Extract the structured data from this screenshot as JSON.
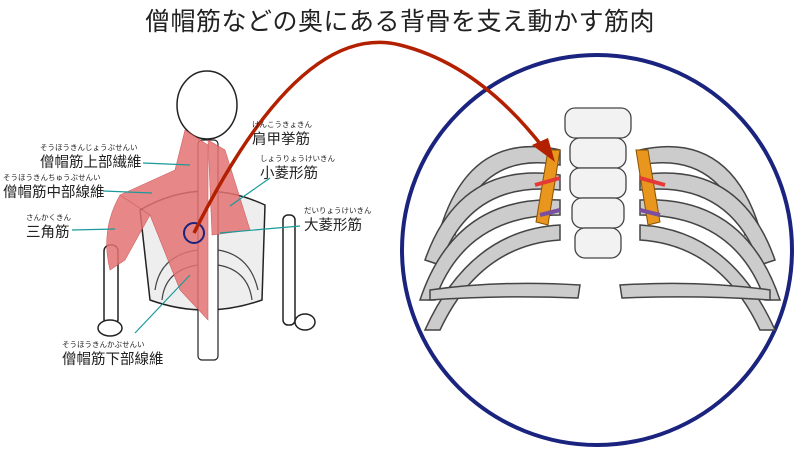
{
  "title": "僧帽筋などの奥にある背骨を支え動かす筋肉",
  "labels": {
    "upper_trap": {
      "ruby": "そうほうきんじょうぶせんい",
      "text": "僧帽筋上部繊維"
    },
    "middle_trap": {
      "ruby": "そうほうきんちゅうぶせんい",
      "text": "僧帽筋中部線維"
    },
    "deltoid": {
      "ruby": "さんかくきん",
      "text": "三角筋"
    },
    "lower_trap": {
      "ruby": "そうほうきんかぶせんい",
      "text": "僧帽筋下部線維"
    },
    "levator": {
      "ruby": "けんこうきょきん",
      "text": "肩甲挙筋"
    },
    "rhomboid_minor": {
      "ruby": "しょうりょうけいきん",
      "text": "小菱形筋"
    },
    "rhomboid_major": {
      "ruby": "だいりょうけいきん",
      "text": "大菱形筋"
    }
  },
  "colors": {
    "muscle": "#e57373",
    "leader": "#1a9a9a",
    "arrow": "#b22000",
    "circle": "#1a237e",
    "deep_muscle": "#e8961e"
  }
}
